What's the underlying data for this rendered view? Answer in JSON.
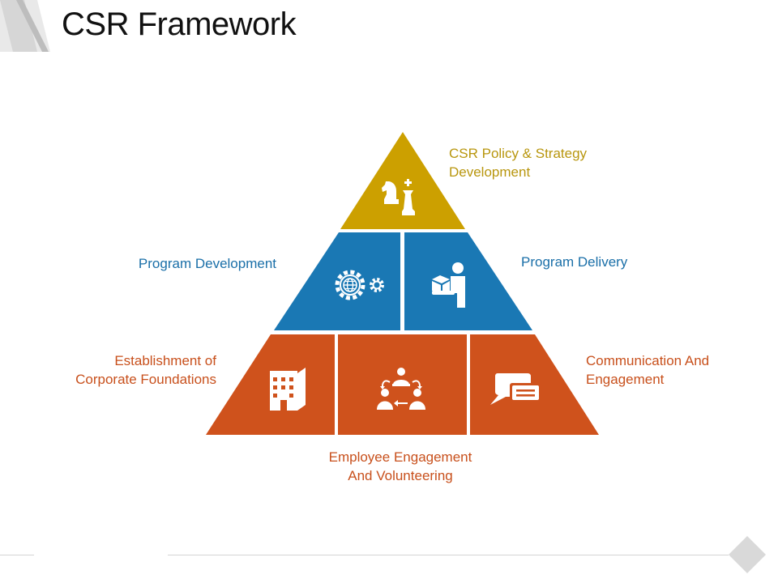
{
  "title": "CSR Framework",
  "colors": {
    "top": "#CCA000",
    "middle": "#1A78B4",
    "bottom": "#CF521C",
    "top_text": "#B8960E",
    "middle_text": "#1A6FA8",
    "bottom_text": "#C8501C"
  },
  "tiers": {
    "top": {
      "icon": "chess-pieces-icon",
      "label": [
        "CSR Policy & Strategy",
        "Development"
      ]
    },
    "middle_left": {
      "icon": "gears-globe-icon",
      "label": [
        "Program Development"
      ]
    },
    "middle_right": {
      "icon": "person-delivering-box-icon",
      "label": [
        "Program Delivery"
      ]
    },
    "bottom_left": {
      "icon": "building-icon",
      "label": [
        "Establishment of",
        "Corporate Foundations"
      ]
    },
    "bottom_center": {
      "icon": "team-meeting-icon",
      "label": [
        "Employee Engagement",
        "And Volunteering"
      ]
    },
    "bottom_right": {
      "icon": "chat-bubbles-icon",
      "label": [
        "Communication And",
        "Engagement"
      ]
    }
  }
}
